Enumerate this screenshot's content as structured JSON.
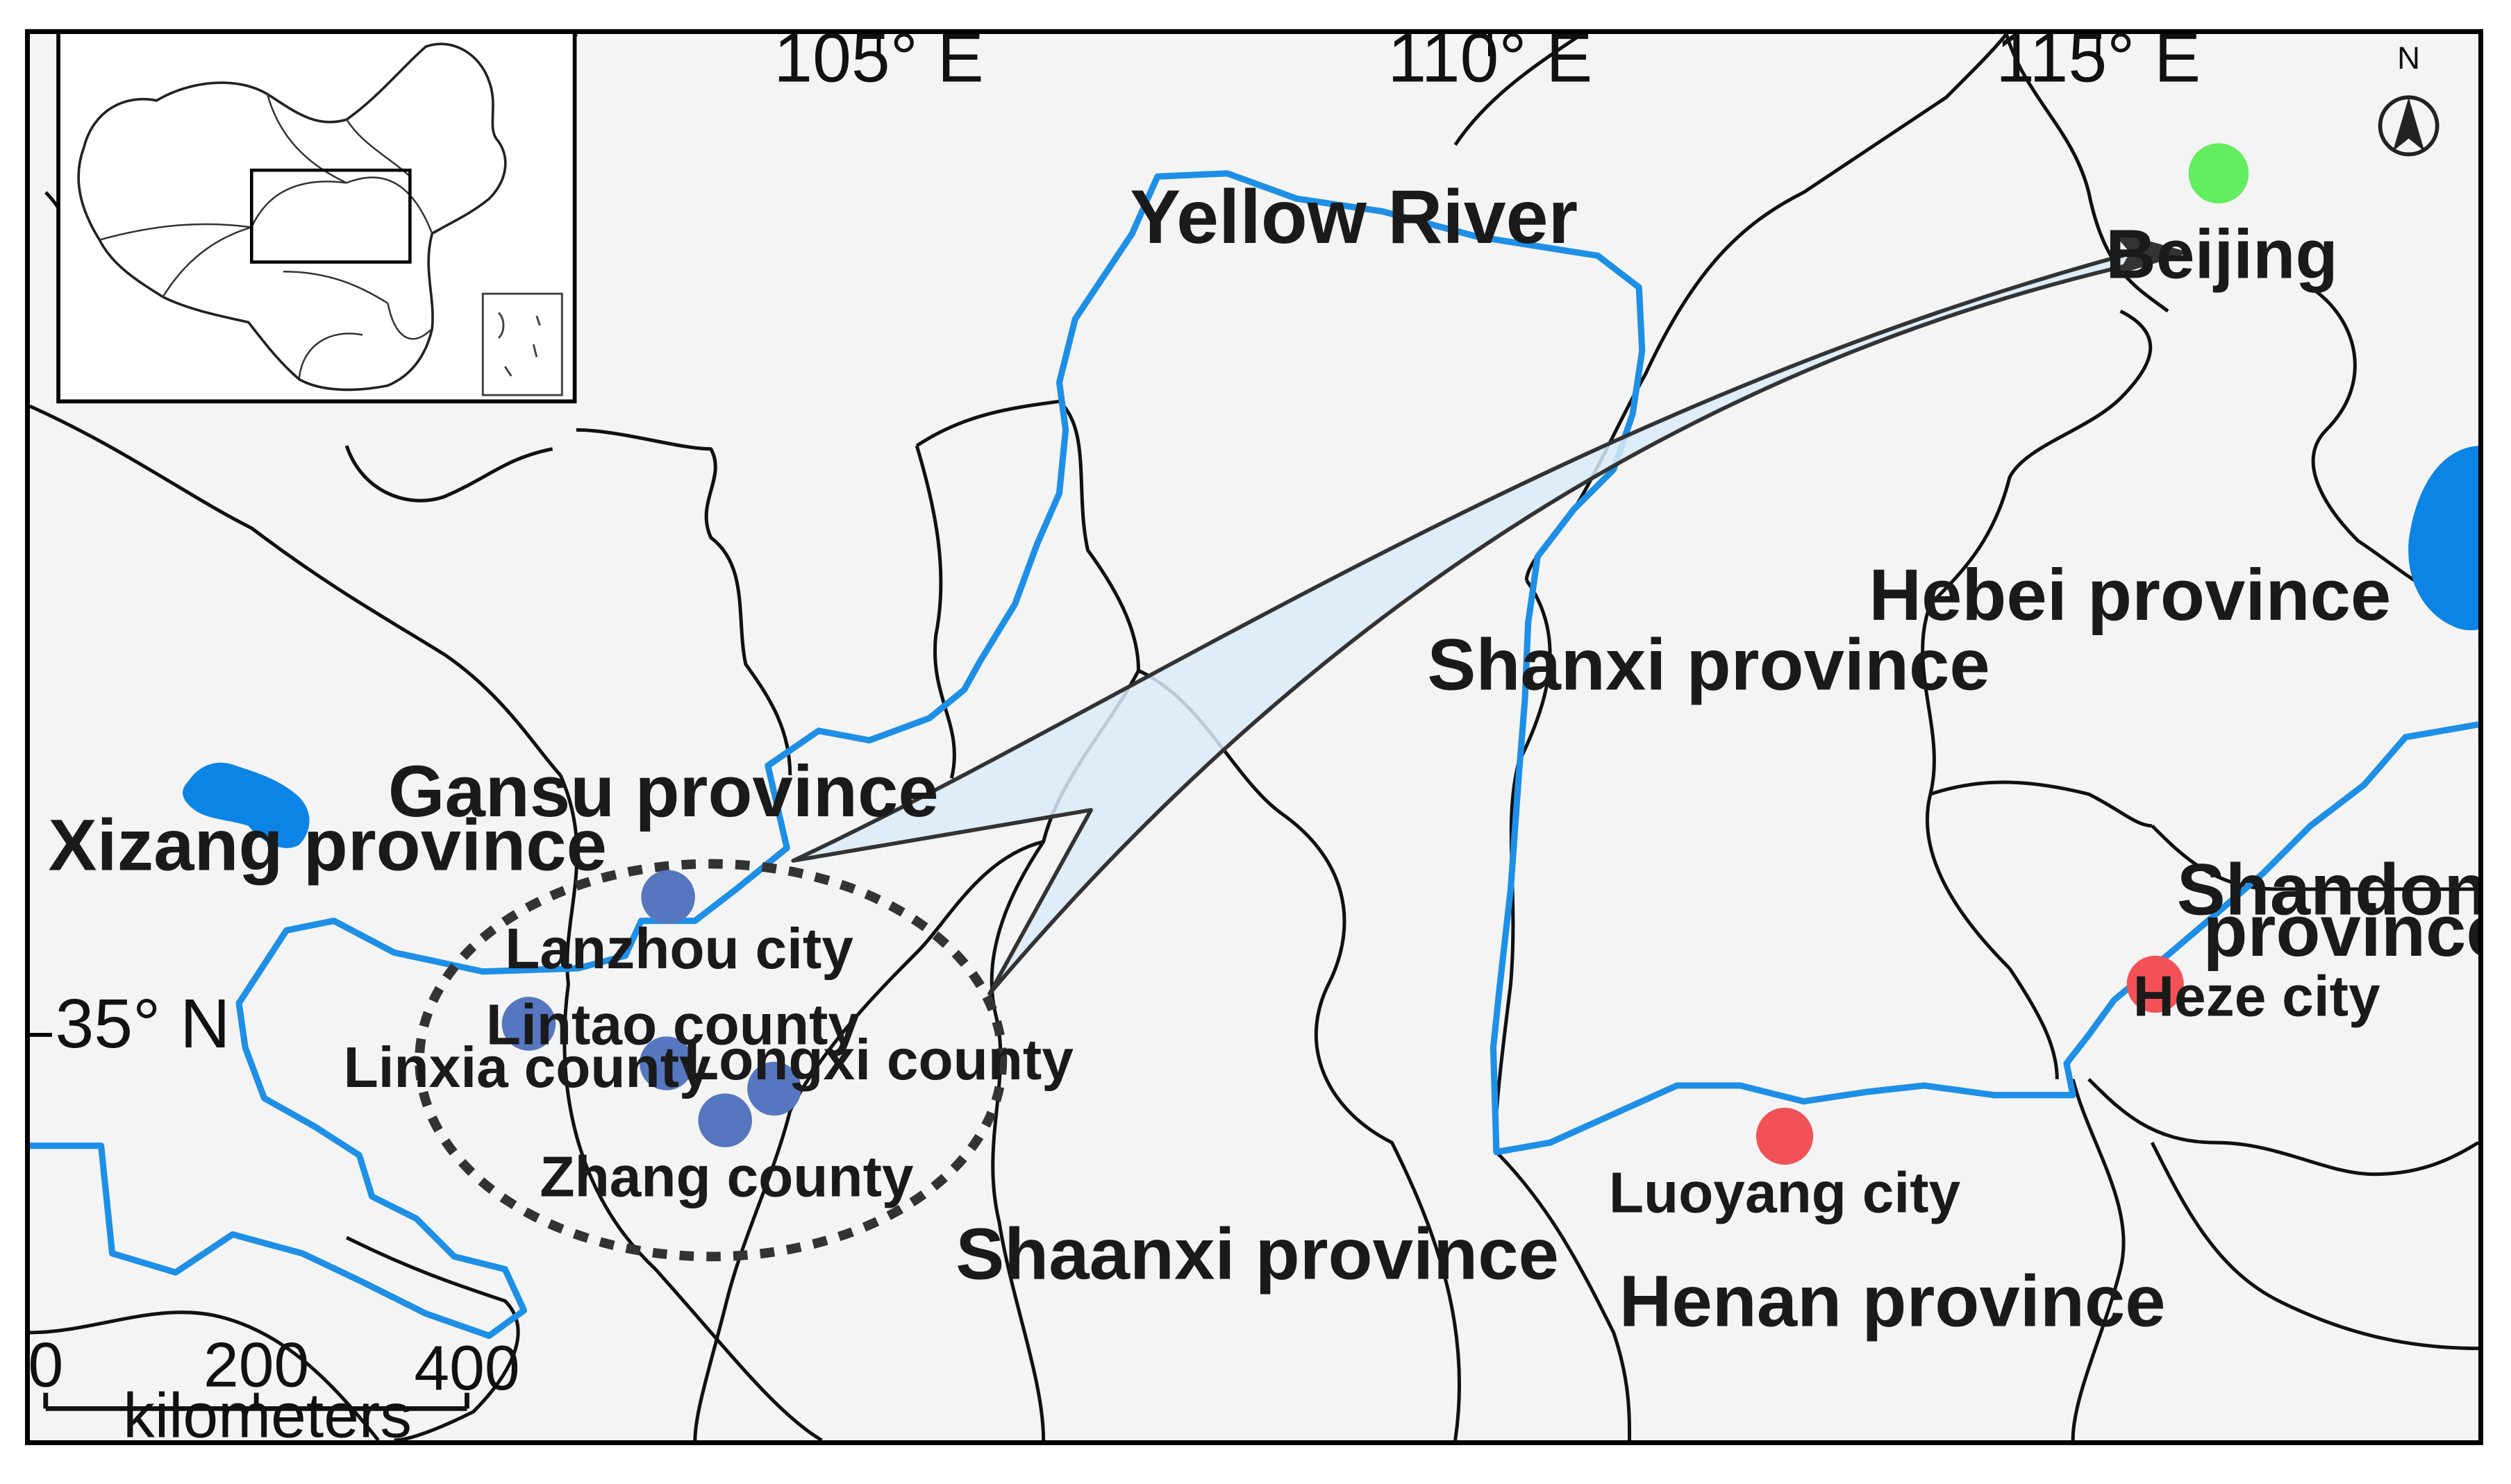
{
  "map": {
    "coordinates": {
      "lon_105": "105° E",
      "lon_110": "110° E",
      "lon_115": "115° E",
      "lat_35": "35° N"
    },
    "north_arrow": "N",
    "river": "Yellow River",
    "provinces": {
      "xizang": "Xizang province",
      "gansu": "Gansu province",
      "shanxi": "Shanxi province",
      "hebei": "Hebei province",
      "shaanxi": "Shaanxi province",
      "henan": "Henan province",
      "shandong_line1": "Shandong",
      "shandong_line2": "province"
    },
    "places": {
      "beijing": "Beijing",
      "lanzhou": "Lanzhou city",
      "linxia": "Linxia county",
      "lintao": "Lintao county",
      "longxi": "Longxi county",
      "zhang": "Zhang county",
      "heze": "Heze city",
      "luoyang": "Luoyang city"
    },
    "scale_bar": {
      "tick_0": "0",
      "tick_200": "200",
      "tick_400": "400",
      "unit": "kilometers"
    },
    "colors": {
      "origin_sites": "#5677bf",
      "destination_beijing": "#62ee5f",
      "other_sites": "#f25257",
      "river": "#1e8fe6",
      "lake": "#0b84e6",
      "arrow_fill": "#d9ebf7"
    }
  }
}
